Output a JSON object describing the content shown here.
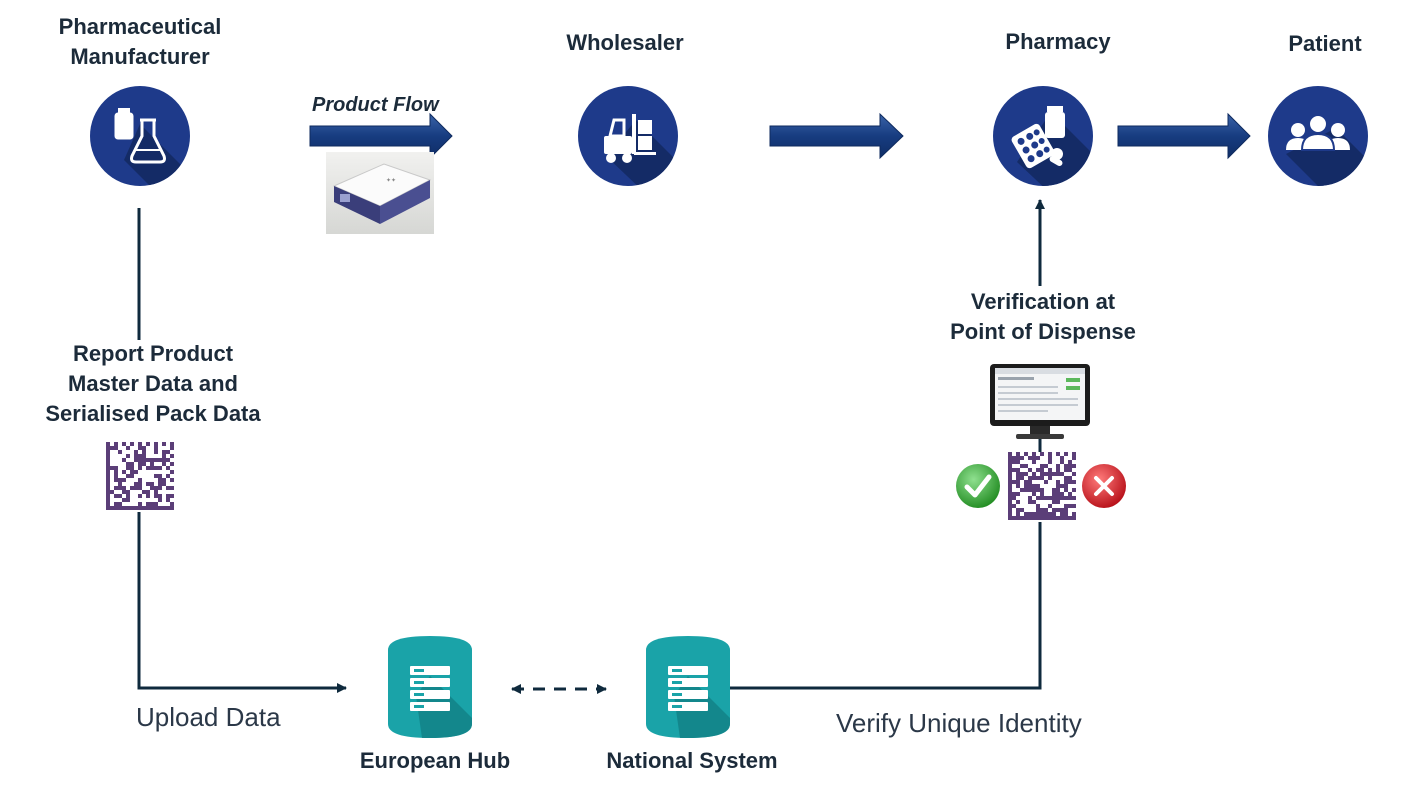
{
  "nodes": {
    "manufacturer": "Pharmaceutical\nManufacturer",
    "wholesaler": "Wholesaler",
    "pharmacy": "Pharmacy",
    "patient": "Patient",
    "european_hub": "European Hub",
    "national_system": "National System"
  },
  "labels": {
    "product_flow": "Product Flow",
    "report": "Report Product\nMaster Data and\nSerialised Pack Data",
    "verification": "Verification at\nPoint of Dispense",
    "upload": "Upload Data",
    "verify_identity": "Verify Unique Identity"
  },
  "colors": {
    "circle": "#1e3a8a",
    "arrow": "#1c3f7c",
    "line": "#0f2a3d",
    "database": "#1aa3a8",
    "code": "#5b3e78",
    "check": "#2e9e2e",
    "cross": "#c8141e"
  },
  "icons": [
    "medicine-lab-icon",
    "forklift-icon",
    "pharmacy-pills-icon",
    "patient-group-icon",
    "database-server-icon",
    "data-matrix-icon",
    "monitor-icon",
    "check-icon",
    "cross-icon"
  ]
}
